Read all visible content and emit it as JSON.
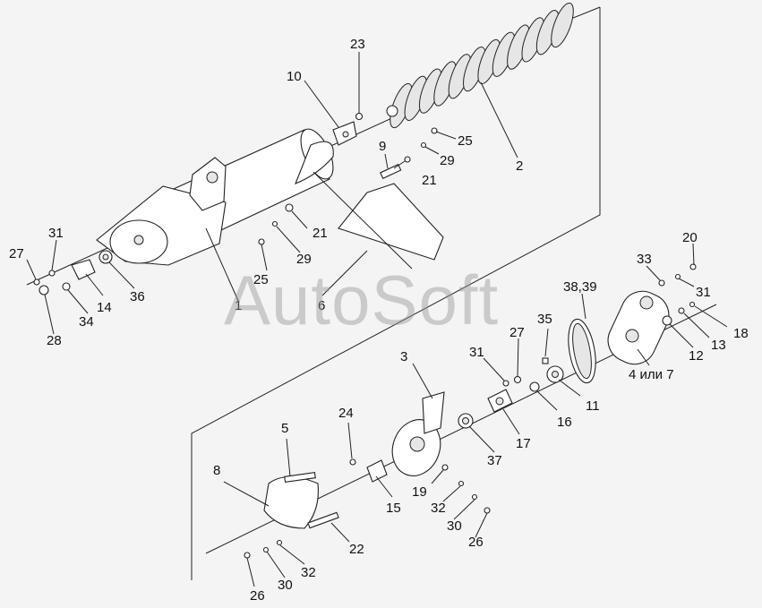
{
  "watermark": "AutoSoft",
  "callouts": [
    {
      "id": "c1",
      "text": "1"
    },
    {
      "id": "c2",
      "text": "2"
    },
    {
      "id": "c3",
      "text": "3"
    },
    {
      "id": "c4",
      "text": "4 или 7"
    },
    {
      "id": "c5",
      "text": "5"
    },
    {
      "id": "c6",
      "text": "6"
    },
    {
      "id": "c8",
      "text": "8"
    },
    {
      "id": "c9",
      "text": "9"
    },
    {
      "id": "c10",
      "text": "10"
    },
    {
      "id": "c11",
      "text": "11"
    },
    {
      "id": "c12",
      "text": "12"
    },
    {
      "id": "c13",
      "text": "13"
    },
    {
      "id": "c14",
      "text": "14"
    },
    {
      "id": "c15",
      "text": "15"
    },
    {
      "id": "c16",
      "text": "16"
    },
    {
      "id": "c17",
      "text": "17"
    },
    {
      "id": "c18",
      "text": "18"
    },
    {
      "id": "c19",
      "text": "19"
    },
    {
      "id": "c20",
      "text": "20"
    },
    {
      "id": "c21a",
      "text": "21"
    },
    {
      "id": "c21b",
      "text": "21"
    },
    {
      "id": "c22",
      "text": "22"
    },
    {
      "id": "c23",
      "text": "23"
    },
    {
      "id": "c24",
      "text": "24"
    },
    {
      "id": "c25a",
      "text": "25"
    },
    {
      "id": "c25b",
      "text": "25"
    },
    {
      "id": "c26a",
      "text": "26"
    },
    {
      "id": "c26b",
      "text": "26"
    },
    {
      "id": "c27a",
      "text": "27"
    },
    {
      "id": "c27b",
      "text": "27"
    },
    {
      "id": "c28",
      "text": "28"
    },
    {
      "id": "c29a",
      "text": "29"
    },
    {
      "id": "c29b",
      "text": "29"
    },
    {
      "id": "c30a",
      "text": "30"
    },
    {
      "id": "c30b",
      "text": "30"
    },
    {
      "id": "c31a",
      "text": "31"
    },
    {
      "id": "c31b",
      "text": "31"
    },
    {
      "id": "c31c",
      "text": "31"
    },
    {
      "id": "c32a",
      "text": "32"
    },
    {
      "id": "c32b",
      "text": "32"
    },
    {
      "id": "c33",
      "text": "33"
    },
    {
      "id": "c34",
      "text": "34"
    },
    {
      "id": "c35",
      "text": "35"
    },
    {
      "id": "c36",
      "text": "36"
    },
    {
      "id": "c37",
      "text": "37"
    },
    {
      "id": "c38",
      "text": "38,39"
    }
  ]
}
